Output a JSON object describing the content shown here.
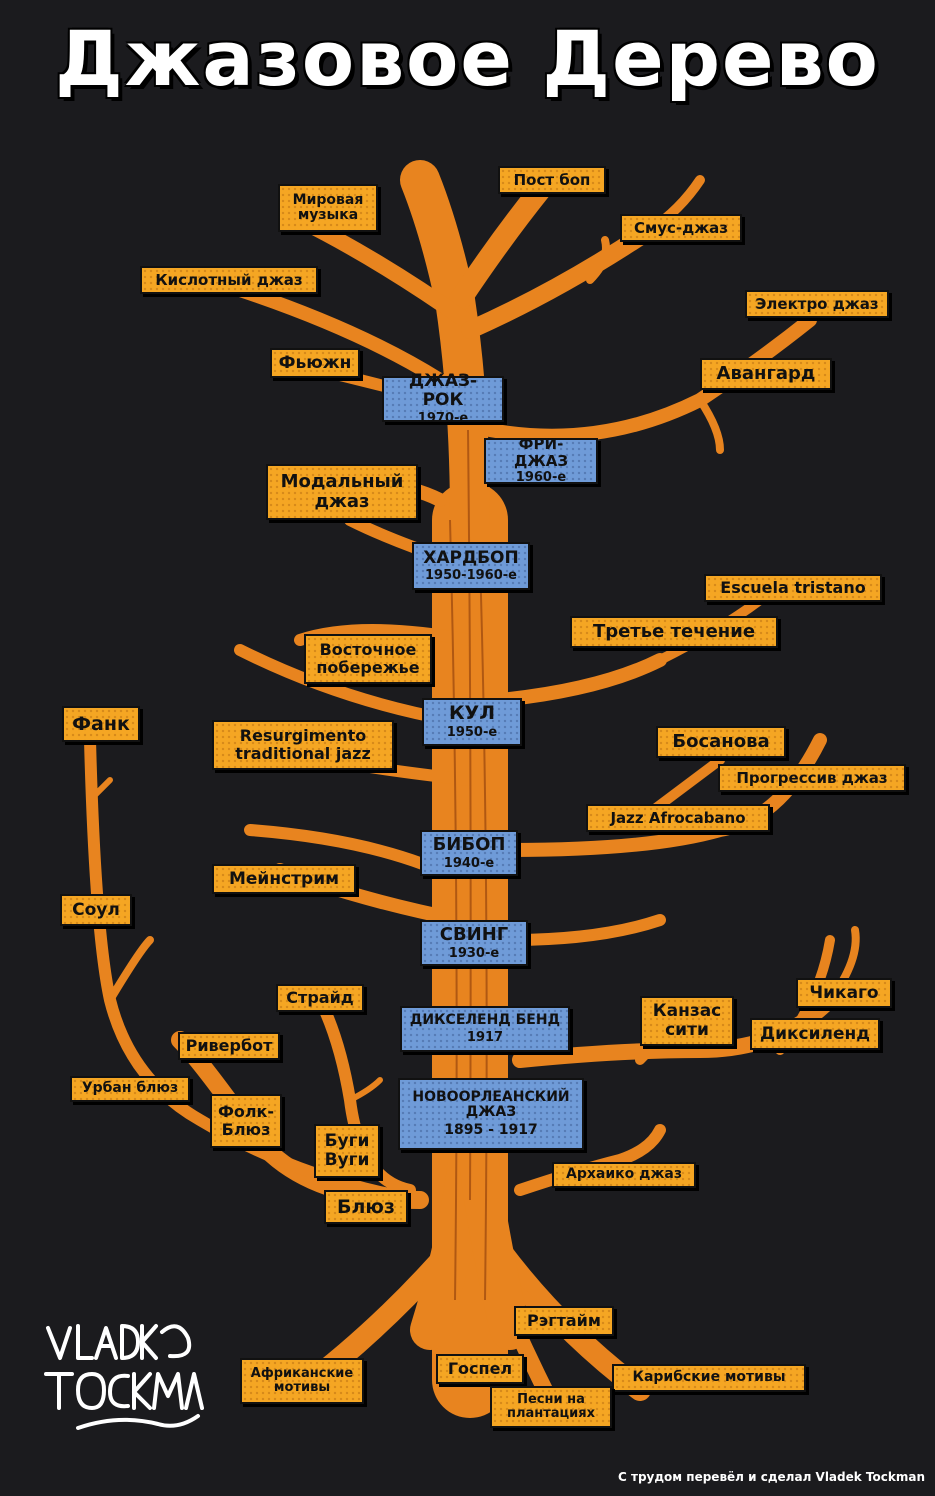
{
  "title": "Джазовое Дерево",
  "credit": "С трудом перевёл и сделал Vladek Tockman",
  "colors": {
    "branch": "#e8841f",
    "style_label": "#f5a623",
    "era_label": "#6f9bd8",
    "background": "#1b1b1e"
  },
  "eras": [
    {
      "name": "ДЖАЗ-РОК",
      "period": "1970-е"
    },
    {
      "name": "ФРИ-ДЖАЗ",
      "period": "1960-е"
    },
    {
      "name": "ХАРДБОП",
      "period": "1950-1960-е"
    },
    {
      "name": "КУЛ",
      "period": "1950-е"
    },
    {
      "name": "БИБОП",
      "period": "1940-е"
    },
    {
      "name": "СВИНГ",
      "period": "1930-е"
    },
    {
      "name": "ДИКСЕЛЕНД БЕНД",
      "period": "1917"
    },
    {
      "name": "НОВООРЛЕАНСКИЙ\nДЖАЗ",
      "period": "1895 - 1917"
    }
  ],
  "styles": [
    "Пост боп",
    "Мировая\nмузыка",
    "Смус-джаз",
    "Кислотный джаз",
    "Электро джаз",
    "Фьюжн",
    "Авангард",
    "Модальный\nджаз",
    "Escuela tristano",
    "Третье течение",
    "Восточное\nпобережье",
    "Фанк",
    "Resurgimento\ntraditional jazz",
    "Босанова",
    "Прогрессив джаз",
    "Jazz Afrocabano",
    "Мейнстрим",
    "Соул",
    "Чикаго",
    "Страйд",
    "Канзас\nсити",
    "Диксиленд",
    "Ривербот",
    "Урбан блюз",
    "Фолк-\nБлюз",
    "Буги\nВуги",
    "Архаико джаз",
    "Блюз",
    "Рэгтайм",
    "Африканские\nмотивы",
    "Госпел",
    "Карибские мотивы",
    "Песни на\nплантациях"
  ]
}
